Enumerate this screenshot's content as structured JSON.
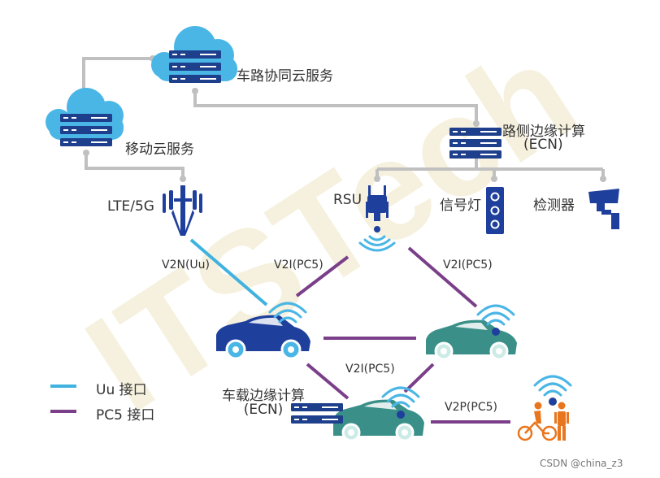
{
  "nodes": {
    "cloud_service": "车路协同云服务",
    "mobile_cloud": "移动云服务",
    "roadside_edge": "路侧边缘计算",
    "roadside_edge_abbr": "(ECN)",
    "base_station": "LTE/5G",
    "rsu": "RSU",
    "traffic_light": "信号灯",
    "detector": "检测器",
    "vehicle_edge": "车载边缘计算",
    "vehicle_edge_abbr": "(ECN)"
  },
  "links": {
    "v2n": "V2N(Uu)",
    "v2i_left": "V2I(PC5)",
    "v2i_right": "V2I(PC5)",
    "v2i_center": "V2I(PC5)",
    "v2p": "V2P(PC5)"
  },
  "legend": [
    {
      "label": "Uu 接口",
      "color": "#3fb2e0"
    },
    {
      "label": "PC5 接口",
      "color": "#7b3f8a"
    }
  ],
  "watermark": "ITSTech",
  "credit": "CSDN @china_z3",
  "colors": {
    "uu_link": "#3fb2e0",
    "pc5_link": "#7b3f8a",
    "backbone": "#c0c0c0",
    "cloud": "#4ab6e6",
    "server": "#1e3f8c",
    "car_blue": "#1e3f9c",
    "car_teal": "#3a9088",
    "pedestrian": "#e8761e"
  }
}
